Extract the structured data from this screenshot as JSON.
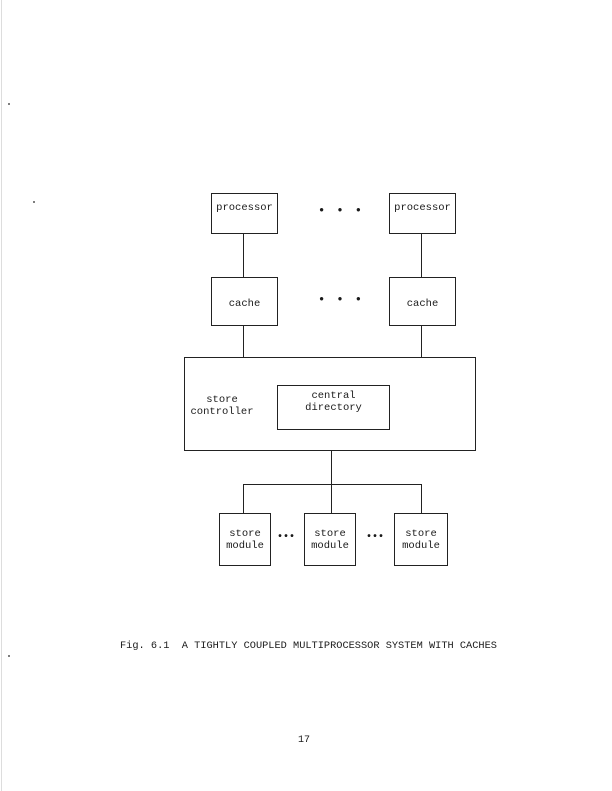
{
  "diagram": {
    "processors": [
      {
        "label": "processor"
      },
      {
        "label": "processor"
      }
    ],
    "caches": [
      {
        "label": "cache"
      },
      {
        "label": "cache"
      }
    ],
    "ellipsis": "• • •",
    "store_controller": {
      "label": "store\ncontroller"
    },
    "central_directory": {
      "label": "central\ndirectory"
    },
    "store_modules": [
      {
        "label": "store\nmodule"
      },
      {
        "label": "store\nmodule"
      },
      {
        "label": "store\nmodule"
      }
    ]
  },
  "caption": "Fig. 6.1  A TIGHTLY COUPLED MULTIPROCESSOR SYSTEM WITH CACHES",
  "page_number": "17"
}
